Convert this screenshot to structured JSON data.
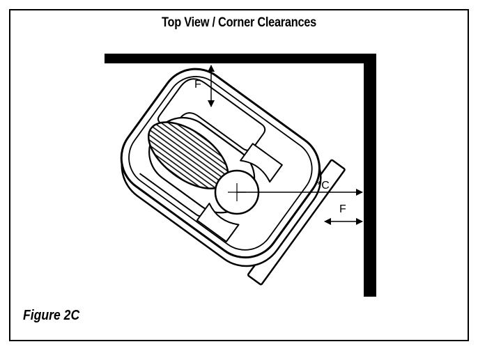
{
  "title": "Top View / Corner Clearances",
  "caption": "Figure 2C",
  "labels": {
    "top_clearance": "F",
    "center_clearance": "*C",
    "side_clearance": "F"
  },
  "colors": {
    "line": "#000000",
    "background": "#ffffff"
  }
}
